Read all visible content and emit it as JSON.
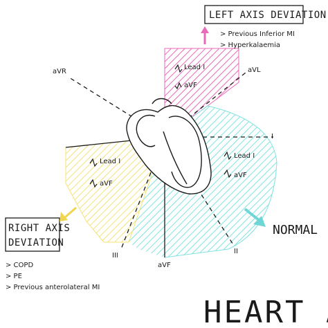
{
  "title": "HEART AXIS",
  "axes": {
    "avr": "aVR",
    "avl": "aVL",
    "lead_i": "I",
    "lead_ii": "II",
    "lead_iii": "III",
    "avf": "aVF"
  },
  "colors": {
    "pink": "#e86ab8",
    "cyan": "#7fe3e0",
    "yellow": "#f3e27a",
    "arrow_pink": "#e86ab8",
    "arrow_cyan": "#6fd6d6",
    "arrow_yellow": "#f0d650"
  },
  "left_deviation": {
    "title": "LEFT AXIS DEVIATION",
    "causes": [
      "> Previous Inferior MI",
      "> Hyperkalaemia"
    ],
    "lead_i": "Lead I",
    "avf": "aVF"
  },
  "right_deviation": {
    "title_line1": "RIGHT AXIS",
    "title_line2": "DEVIATION",
    "causes": [
      "> COPD",
      "> PE",
      "> Previous anterolateral MI"
    ],
    "lead_i": "Lead I",
    "avf": "aVF"
  },
  "normal": {
    "label": "NORMAL",
    "lead_i": "Lead I",
    "avf": "aVF"
  },
  "icons": [
    "up-arrow-icon",
    "down-arrow-icon",
    "heart-icon"
  ]
}
